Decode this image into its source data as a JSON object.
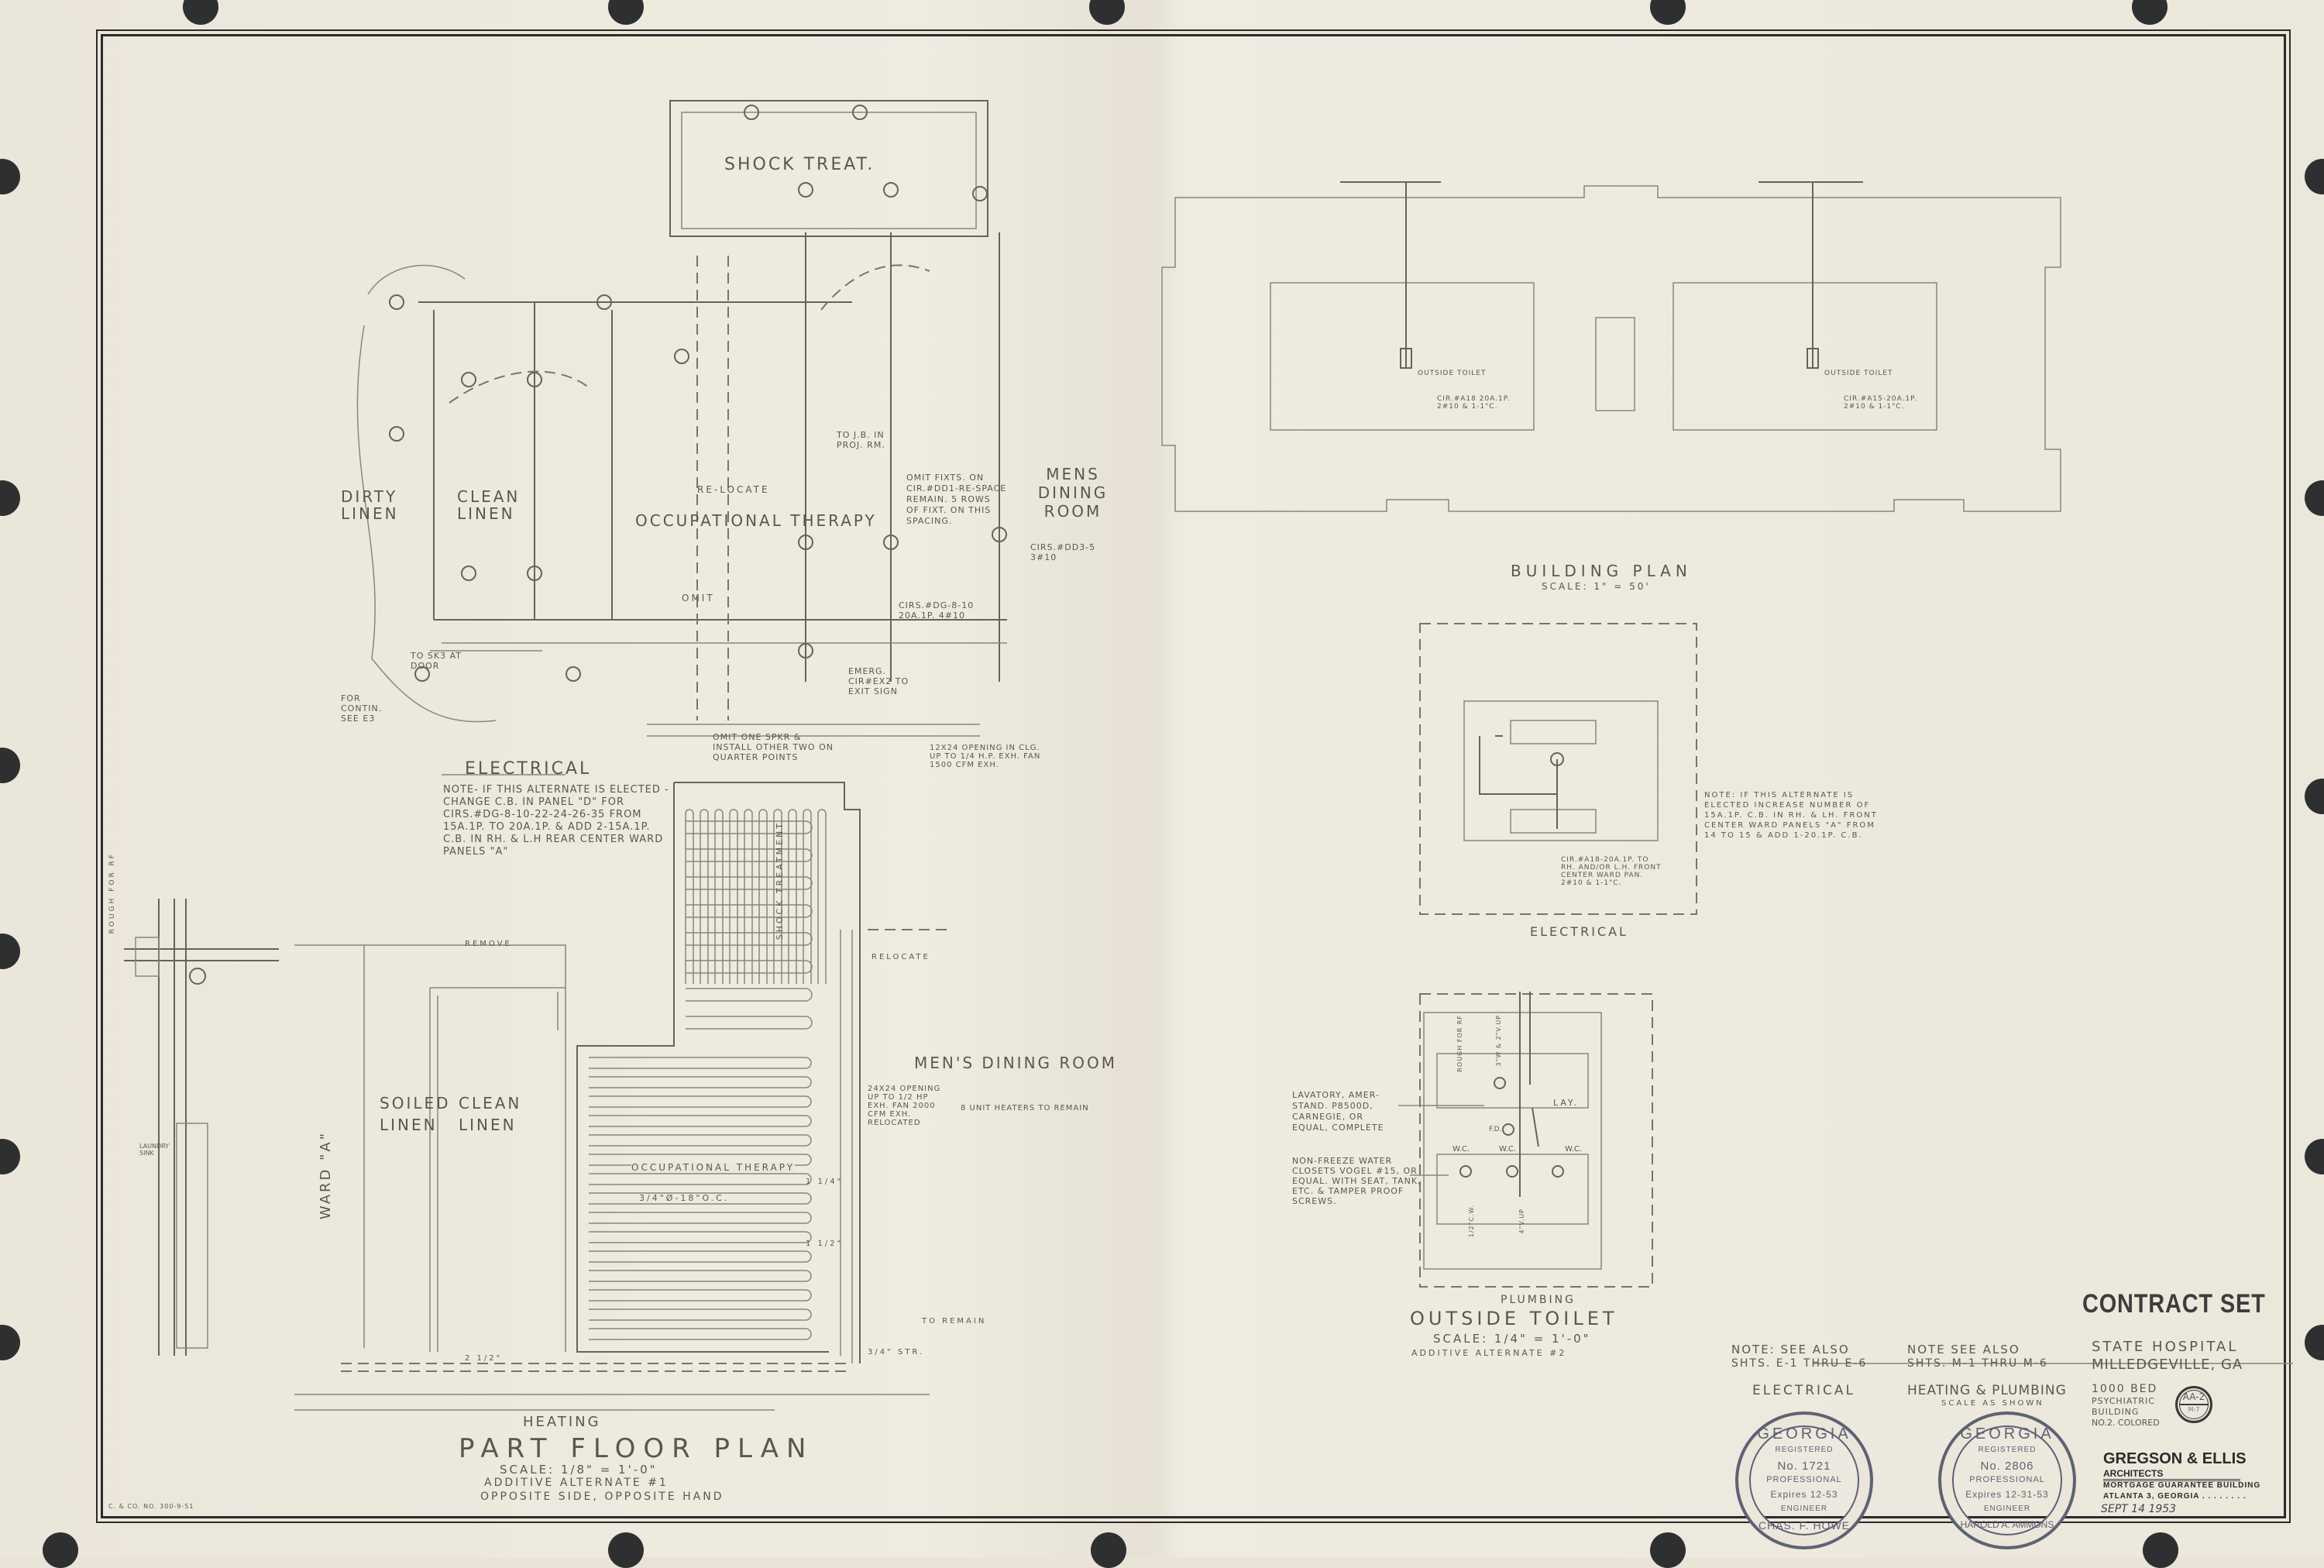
{
  "electrical_plan": {
    "rooms": [
      "SHOCK TREAT.",
      "DIRTY LINEN",
      "CLEAN LINEN",
      "OCCUPATIONAL THERAPY",
      "MENS DINING ROOM"
    ],
    "notes": [
      "RE-LOCATE",
      "OMIT",
      "OMIT FIXTS. ON CIR.#DD1-RE-SPACE REMAIN. 5 ROWS OF FIXT. ON THIS SPACING.",
      "CIRS.#DD3-5 3#10",
      "CIRS.#DG-8-10 20A.1P. 4#10",
      "TO J.B. IN PROJ. RM.",
      "TO SK3 AT DOOR",
      "FOR CONTIN. SEE E3",
      "EMERG. CIR#EX2 TO EXIT SIGN",
      "OMIT ONE SPKR & INSTALL OTHER TWO ON QUARTER POINTS",
      "12X24 OPENING IN CLG. UP TO 1/4 H.P. EXH. FAN 1500 CFM EXH."
    ],
    "title": "ELECTRICAL",
    "alternate_note": "NOTE- IF THIS ALTERNATE IS ELECTED - CHANGE C.B. IN PANEL \"D\" FOR CIRS.#DG-8-10-22-24-26-35 FROM 15A.1P. TO 20A.1P. & ADD 2-15A.1P. C.B. IN RH. & L.H REAR CENTER WARD PANELS \"A\""
  },
  "heating_plan": {
    "rooms": [
      "SHOCK TREATMENT",
      "SOILED LINEN",
      "CLEAN LINEN",
      "OCCUPATIONAL THERAPY",
      "MEN'S DINING ROOM",
      "WARD \"A\""
    ],
    "notes": [
      "REMOVE",
      "RELOCATE",
      "24X24 OPENING UP TO 1/2 HP EXH. FAN 2000 CFM EXH. RELOCATED",
      "8 UNIT HEATERS TO REMAIN",
      "3/4\"Ø-18\"O.C.",
      "2 1/2\"",
      "1 1/2\"",
      "1 1/4\"",
      "3/4\" STR.",
      "TO REMAIN",
      "ROUGH FOR RF",
      "LAUNDRY SINK"
    ],
    "subtitle": "HEATING",
    "title": "PART FLOOR PLAN",
    "scale": "SCALE: 1/8\" = 1'-0\"",
    "alternate": "ADDITIVE ALTERNATE #1",
    "hand_note": "OPPOSITE SIDE, OPPOSITE HAND"
  },
  "building_plan": {
    "labels": [
      "OUTSIDE TOILET",
      "OUTSIDE TOILET",
      "CIR.#A18 20A.1P. 2#10 & 1-1\"C.",
      "CIR.#A15-20A.1P. 2#10 & 1-1\"C."
    ],
    "title": "BUILDING PLAN",
    "scale": "SCALE: 1\" = 50'"
  },
  "toilet_electrical": {
    "label": "CIR.#A18-20A.1P. TO RH. AND/OR L.H. FRONT CENTER WARD PAN. 2#10 & 1-1\"C.",
    "note": "NOTE: IF THIS ALTERNATE IS ELECTED INCREASE NUMBER OF 15A.1P. C.B. IN RH. & LH. FRONT CENTER WARD PANELS \"A\" FROM 14 TO 15 & ADD 1-20.1P. C.B.",
    "title": "ELECTRICAL"
  },
  "toilet_plumbing": {
    "lavatory_note": "LAVATORY, AMER-STAND. P8500D, CARNEGIE, OR EQUAL, COMPLETE",
    "wc_note": "NON-FREEZE WATER CLOSETS VOGEL #15, OR EQUAL. WITH SEAT, TANK, ETC. & TAMPER PROOF SCREWS.",
    "labels": [
      "LAY.",
      "W.C.",
      "W.C.",
      "W.C.",
      "F.D.",
      "ROUGH FOR RF",
      "3\"W & 2\"V.UP",
      "4\"V.UP",
      "1/2\"C.W."
    ],
    "subtitle": "PLUMBING",
    "title": "OUTSIDE TOILET",
    "scale": "SCALE: 1/4\" = 1'-0\"",
    "alternate": "ADDITIVE ALTERNATE #2"
  },
  "title_block": {
    "contract": "CONTRACT SET",
    "note_elec_1": "NOTE: SEE ALSO",
    "note_elec_2": "SHTS. E-1 THRU E-6",
    "note_mech_1": "NOTE SEE ALSO",
    "note_mech_2": "SHTS. M-1 THRU M-6",
    "discipline_elec": "ELECTRICAL",
    "discipline_mech": "HEATING & PLUMBING",
    "scale_note": "SCALE AS SHOWN",
    "project_1": "STATE HOSPITAL",
    "project_2": "MILLEDGEVILLE, GA",
    "building_1": "1000 BED",
    "building_2": "PSYCHIATRIC",
    "building_3": "BUILDING",
    "building_4": "NO.2. COLORED",
    "sheet_number": "AA-2",
    "sheet_sub": "M-7",
    "firm": "GREGSON & ELLIS",
    "firm_role": "ARCHITECTS",
    "firm_address_1": "MORTGAGE GUARANTEE BUILDING",
    "firm_address_2": "ATLANTA 3, GEORGIA . . . . . . . .",
    "date_signed": "SEPT 14 1953",
    "stamps": [
      {
        "state": "GEORGIA",
        "registered": "REGISTERED",
        "number": "No. 1721",
        "type": "PROFESSIONAL",
        "expires": "Expires 12-53",
        "role": "ENGINEER",
        "name": "CHAS. F. HOWE"
      },
      {
        "state": "GEORGIA",
        "registered": "REGISTERED",
        "number": "No. 2806",
        "type": "PROFESSIONAL",
        "expires": "Expires 12-31-53",
        "role": "ENGINEER",
        "name": "HAROLD A. AMMONS"
      }
    ]
  },
  "print_mark": "C. & CO. NO. 300-9-51"
}
